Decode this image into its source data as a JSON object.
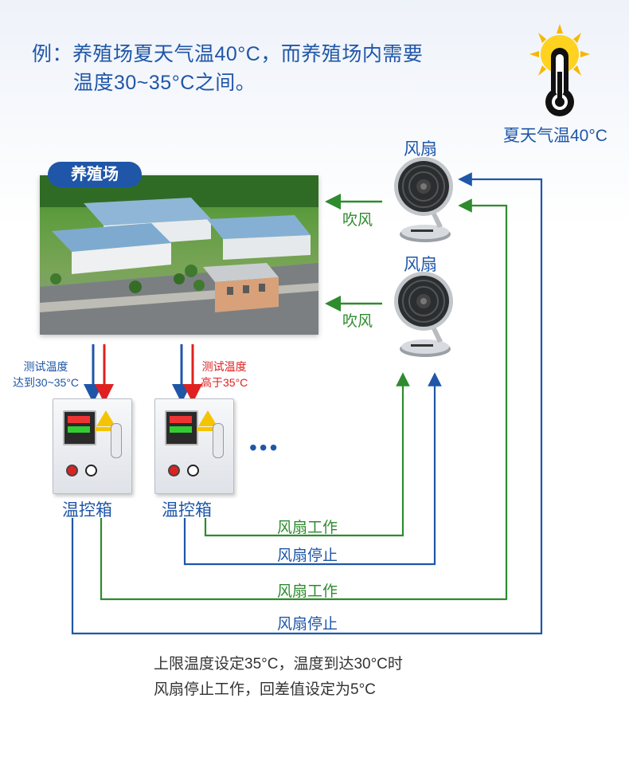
{
  "header": {
    "line1": "例：养殖场夏天气温40°C，而养殖场内需要",
    "line2": "温度30~35°C之间。"
  },
  "weather": {
    "label": "夏天气温40°C",
    "icon": "sun-thermometer-icon"
  },
  "farm": {
    "badge": "养殖场",
    "icon": "farm-aerial-image"
  },
  "fans": [
    {
      "label": "风扇",
      "blow": "吹风",
      "icon": "desk-fan-icon"
    },
    {
      "label": "风扇",
      "blow": "吹风",
      "icon": "desk-fan-icon"
    }
  ],
  "controllers": [
    {
      "label": "温控箱",
      "note_line1": "测试温度",
      "note_line2": "达到30~35°C"
    },
    {
      "label": "温控箱",
      "note_line1": "测试温度",
      "note_line2": "高于35°C"
    }
  ],
  "more": "•••",
  "signals": {
    "inner_work": "风扇工作",
    "inner_stop": "风扇停止",
    "outer_work": "风扇工作",
    "outer_stop": "风扇停止"
  },
  "footnote": {
    "line1": "上限温度设定35°C，温度到达30°C时",
    "line2": "风扇停止工作，回差值设定为5°C"
  },
  "colors": {
    "blue": "#1f56a8",
    "green": "#2e8b2e",
    "red": "#e02020"
  }
}
